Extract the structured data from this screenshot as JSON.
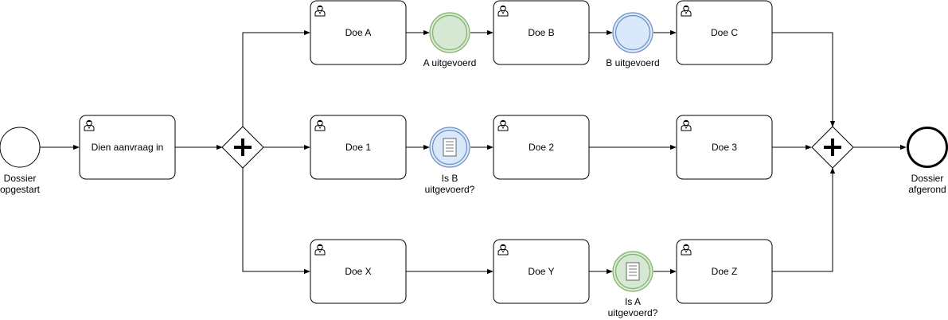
{
  "start_event": {
    "label_lines": [
      "Dossier",
      "opgestart"
    ]
  },
  "end_event": {
    "label_lines": [
      "Dossier",
      "afgerond"
    ]
  },
  "tasks": {
    "dien": "Dien aanvraag in",
    "doe_a": "Doe A",
    "doe_b": "Doe B",
    "doe_c": "Doe C",
    "doe_1": "Doe 1",
    "doe_2": "Doe 2",
    "doe_3": "Doe 3",
    "doe_x": "Doe X",
    "doe_y": "Doe Y",
    "doe_z": "Doe Z"
  },
  "events": {
    "a_uitgevoerd": {
      "label": "A uitgevoerd",
      "fill": "#d5e8d4",
      "stroke": "#82b366"
    },
    "b_uitgevoerd": {
      "label": "B uitgevoerd",
      "fill": "#dae8fc",
      "stroke": "#6c8ebf"
    },
    "is_b": {
      "label_lines": [
        "Is B",
        "uitgevoerd?"
      ],
      "fill": "#dae8fc",
      "stroke": "#6c8ebf"
    },
    "is_a": {
      "label_lines": [
        "Is A",
        "uitgevoerd?"
      ],
      "fill": "#d5e8d4",
      "stroke": "#82b366"
    }
  },
  "gateways": {
    "split_type": "parallel",
    "join_type": "parallel"
  },
  "icons": {
    "task_icon": "user-icon",
    "condition_icon": "document-icon",
    "gateway_icon": "plus-icon"
  }
}
